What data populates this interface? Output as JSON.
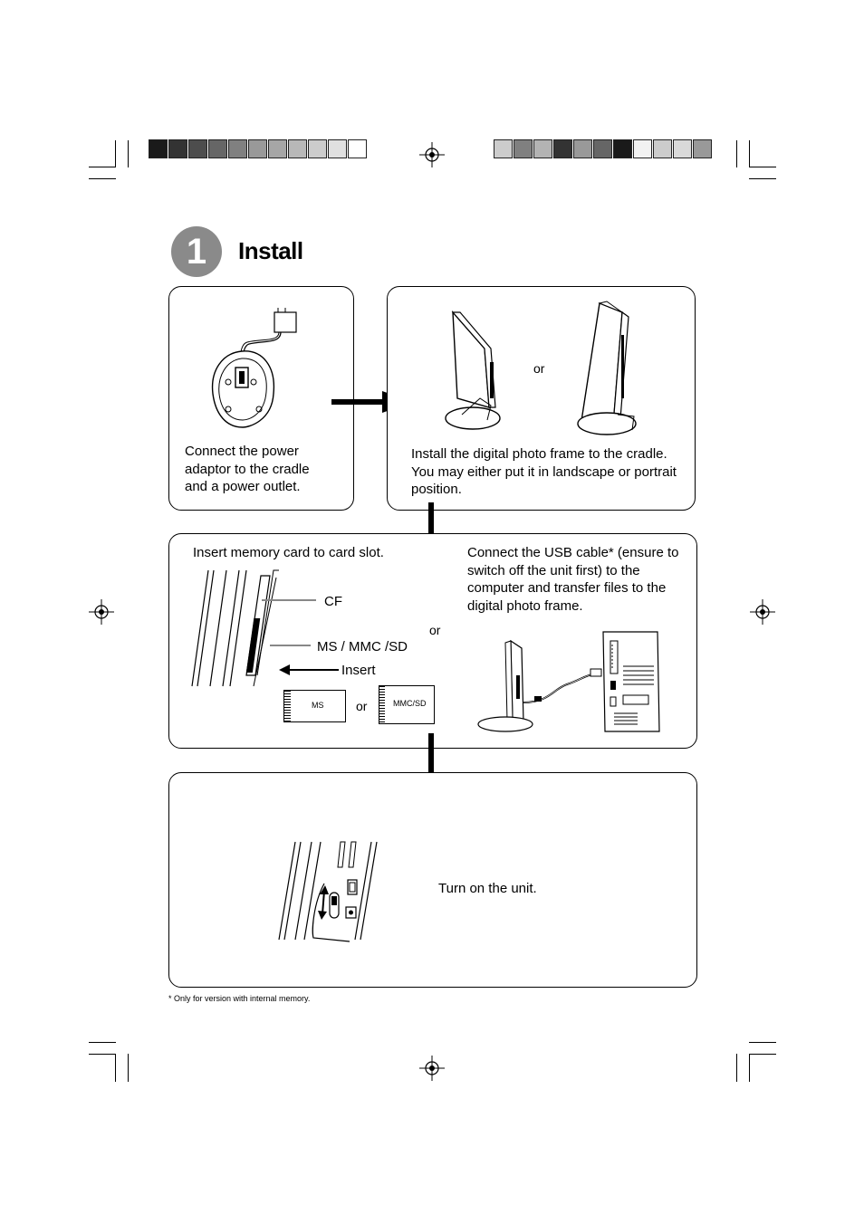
{
  "printer_marks": {
    "left_swatches": [
      "#1a1a1a",
      "#333333",
      "#4d4d4d",
      "#666666",
      "#808080",
      "#999999",
      "#a6a6a6",
      "#b8b8b8",
      "#cccccc",
      "#e0e0e0",
      "#ffffff"
    ],
    "right_swatches": [
      "#cccccc",
      "#808080",
      "#b3b3b3",
      "#333333",
      "#999999",
      "#666666",
      "#1a1a1a",
      "#f2f2f2",
      "#cccccc",
      "#d9d9d9",
      "#999999"
    ]
  },
  "header": {
    "step_number": "1",
    "title": "Install"
  },
  "panel_power": {
    "text": "Connect the power adaptor to the cradle and a power outlet."
  },
  "panel_cradle": {
    "or_label": "or",
    "text": "Install the digital photo frame to the cradle. You may either put it in landscape or portrait position."
  },
  "panel_media": {
    "card_heading": "Insert memory card to card slot.",
    "cf_label": "CF",
    "ms_label": "MS / MMC /SD",
    "insert_label": "Insert",
    "card_ms": "MS",
    "card_or": "or",
    "card_mmc": "MMC/SD",
    "or_label": "or",
    "usb_text": "Connect the USB cable* (ensure to switch off the unit first) to the computer and transfer files to the digital photo frame."
  },
  "panel_power_on": {
    "text": "Turn on the unit."
  },
  "footnote": "* Only for version with internal memory."
}
